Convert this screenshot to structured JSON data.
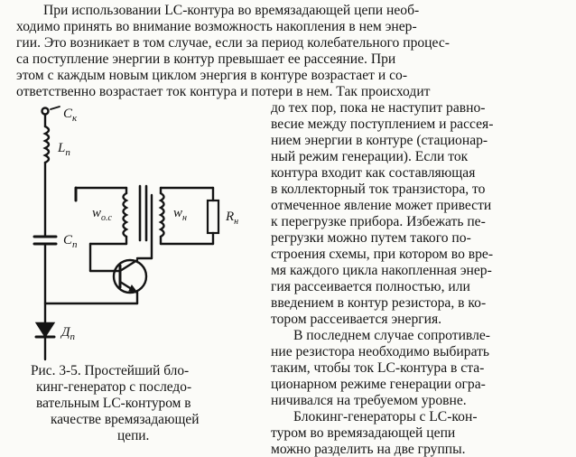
{
  "full_lines": [
    "При использовании LC-контура во времязадающей цепи необ-",
    "ходимо принять во внимание возможность накопления в нем энер-",
    "гии. Это возникает в том случае, если за период колебательного процес-",
    "са поступление энергии в контур превышает ее рассеяние. При",
    "этом с каждым новым циклом энергия в контуре возрастает и со-",
    "ответственно возрастает ток контура и потери в нем. Так происходит"
  ],
  "right_lines": [
    "до тех пор, пока не наступит равно-",
    "весие между поступлением и рассея-",
    "нием энергии в контуре (стационар-",
    "ный режим генерации). Если ток",
    "контура входит как составляющая",
    "в коллекторный ток транзистора, то",
    "отмеченное явление может привести",
    "к перегрузке прибора. Избежать пе-",
    "регрузки можно путем такого по-",
    "строения схемы, при котором во вре-",
    "мя каждого цикла накопленная энер-",
    "гия рассеивается полностью, или",
    "введением в контур резистора, в ко-",
    "тором рассеивается энергия.",
    "В последнем случае сопротивле-",
    "ние резистора необходимо выбирать",
    "таким, чтобы ток LC-контура в ста-",
    "ционарном режиме генерации огра-",
    "ничивался на требуемом уровне.",
    "Блокинг-генераторы с LC-кон-",
    "туром во времязадающей цепи",
    "можно разделить на две группы."
  ],
  "caption_lines": [
    "Рис. 3-5. Простейший бло-",
    "кинг-генератор с последо-",
    "вательным LC-контуром в",
    "качестве времязадающей",
    "цепи."
  ],
  "diagram_labels": {
    "ck": "С",
    "ck_sub": "к",
    "ln": "L",
    "ln_sub": "п",
    "cn": "С",
    "cn_sub": "п",
    "dn": "Д",
    "dn_sub": "п",
    "woc": "w",
    "woc_sub": "о.с",
    "wn": "w",
    "wn_sub": "н",
    "rn": "R",
    "rn_sub": "н"
  }
}
